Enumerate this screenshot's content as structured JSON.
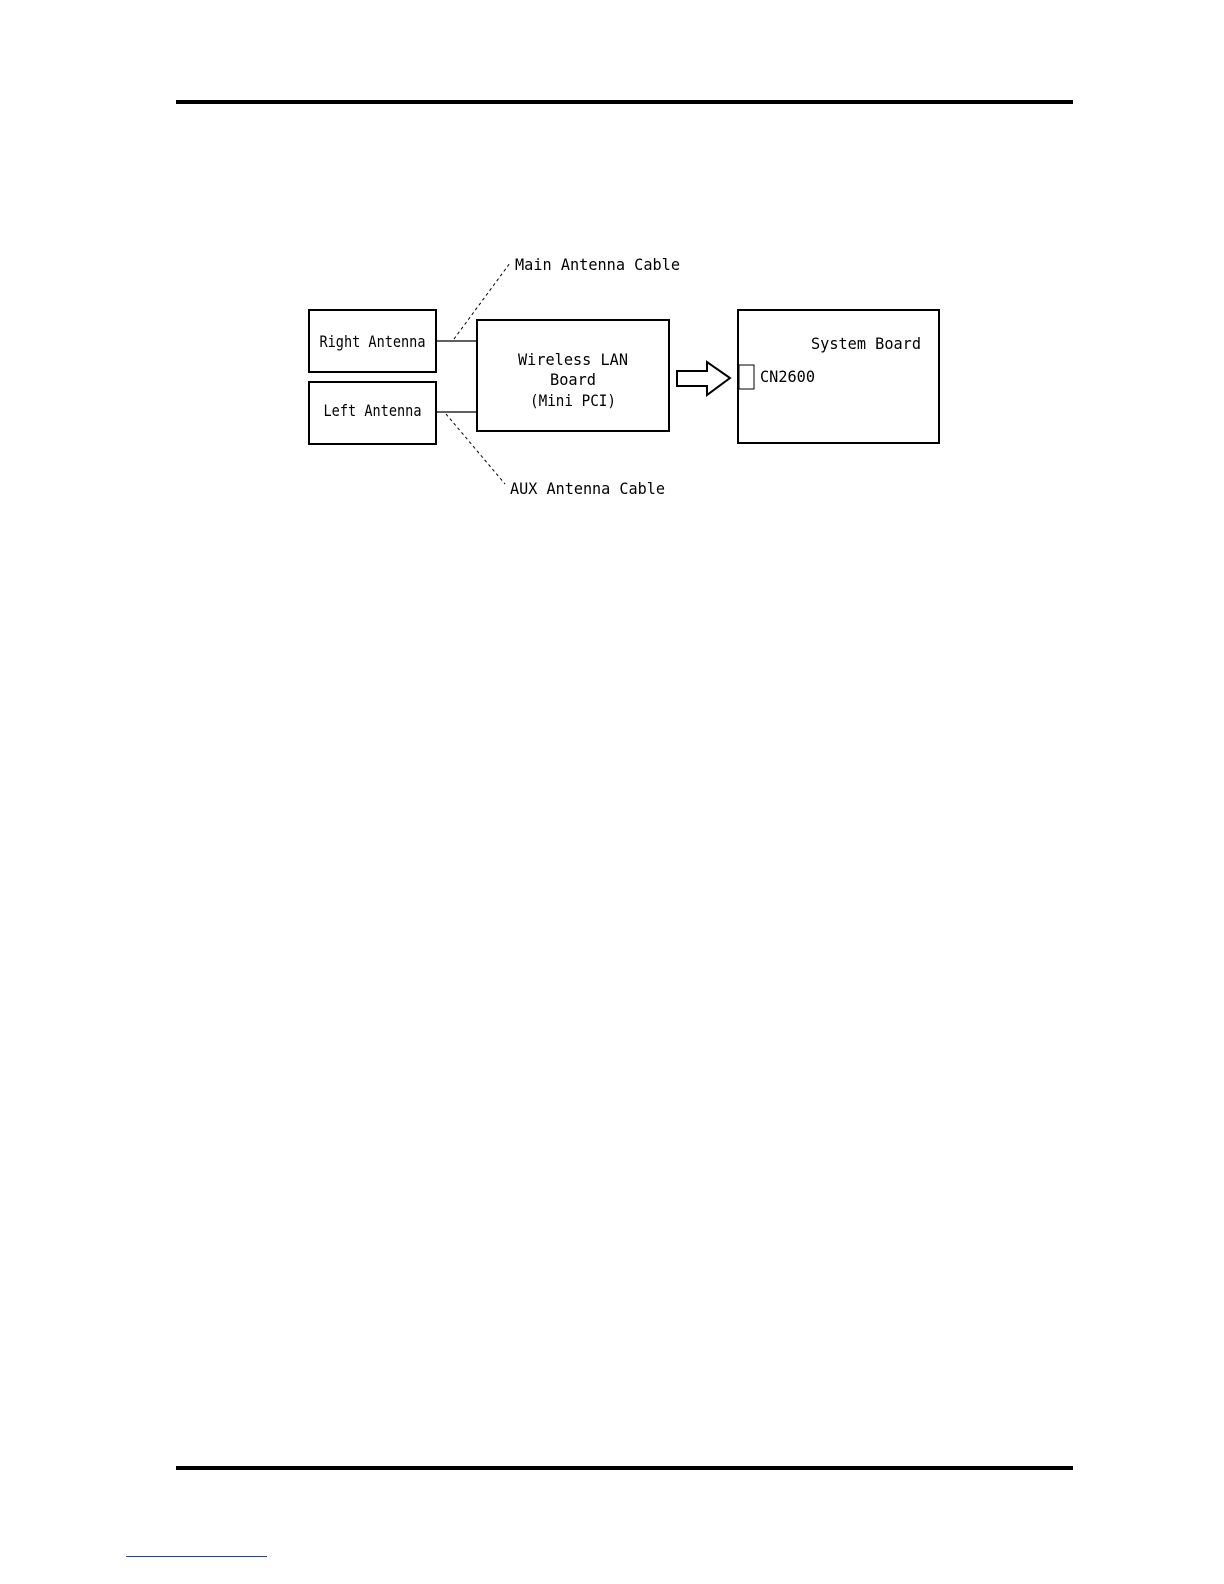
{
  "diagram": {
    "nodes": {
      "right_antenna": "Right Antenna",
      "left_antenna": "Left Antenna",
      "wireless_lan_board": [
        "Wireless LAN",
        "Board",
        "(Mini PCI)"
      ],
      "system_board": "System Board",
      "connector": "CN2600"
    },
    "cables": {
      "main": "Main Antenna Cable",
      "aux": "AUX Antenna Cable"
    }
  }
}
